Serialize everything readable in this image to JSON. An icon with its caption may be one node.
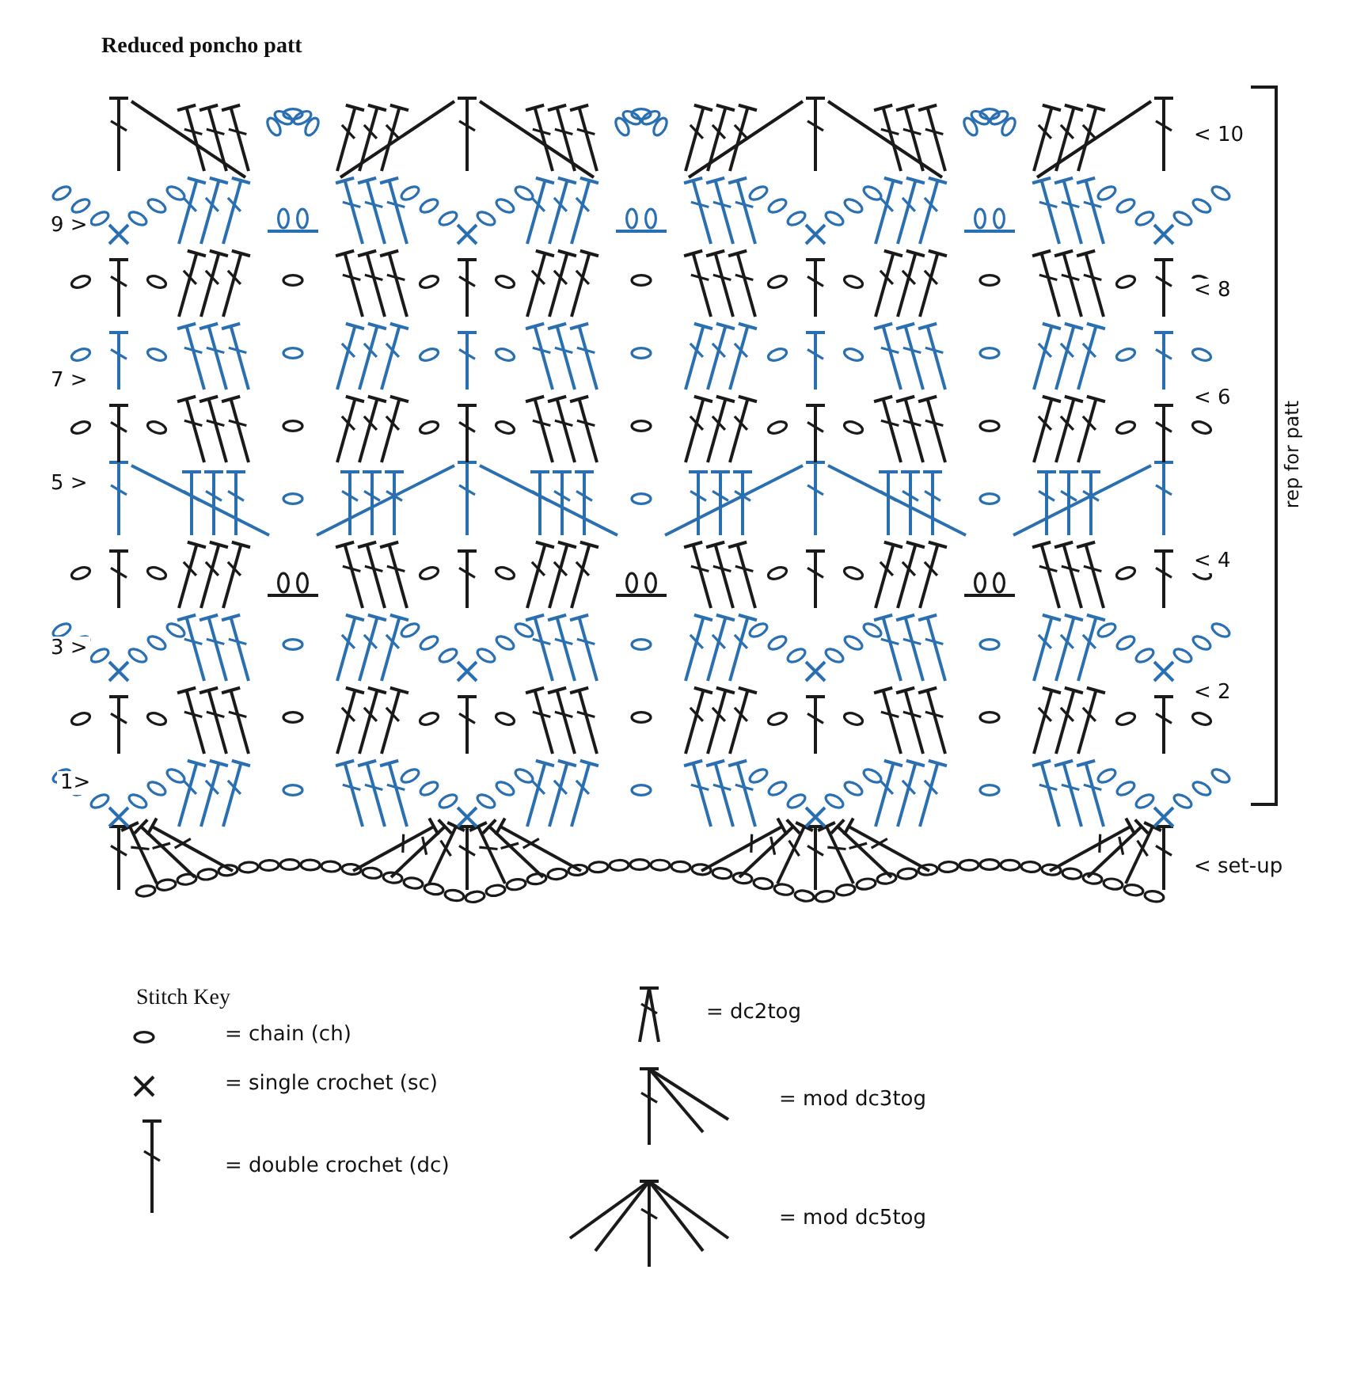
{
  "diagram": {
    "title": "Reduced poncho patt",
    "labels": [
      "< 10",
      "9 >",
      "< 8",
      "7 >",
      "< 6",
      "5 >",
      "rep for patt",
      "< 4",
      "3 >",
      "< 2",
      "1>",
      "< set-up",
      "Stitch Key"
    ],
    "legend": [
      {
        "text": "= chain (ch)"
      },
      {
        "text": "= single crochet (sc)"
      },
      {
        "text": "= double crochet (dc)"
      },
      {
        "text": "= dc2tog"
      },
      {
        "text": "= mod dc3tog"
      },
      {
        "text": "= mod dc5tog"
      }
    ]
  }
}
